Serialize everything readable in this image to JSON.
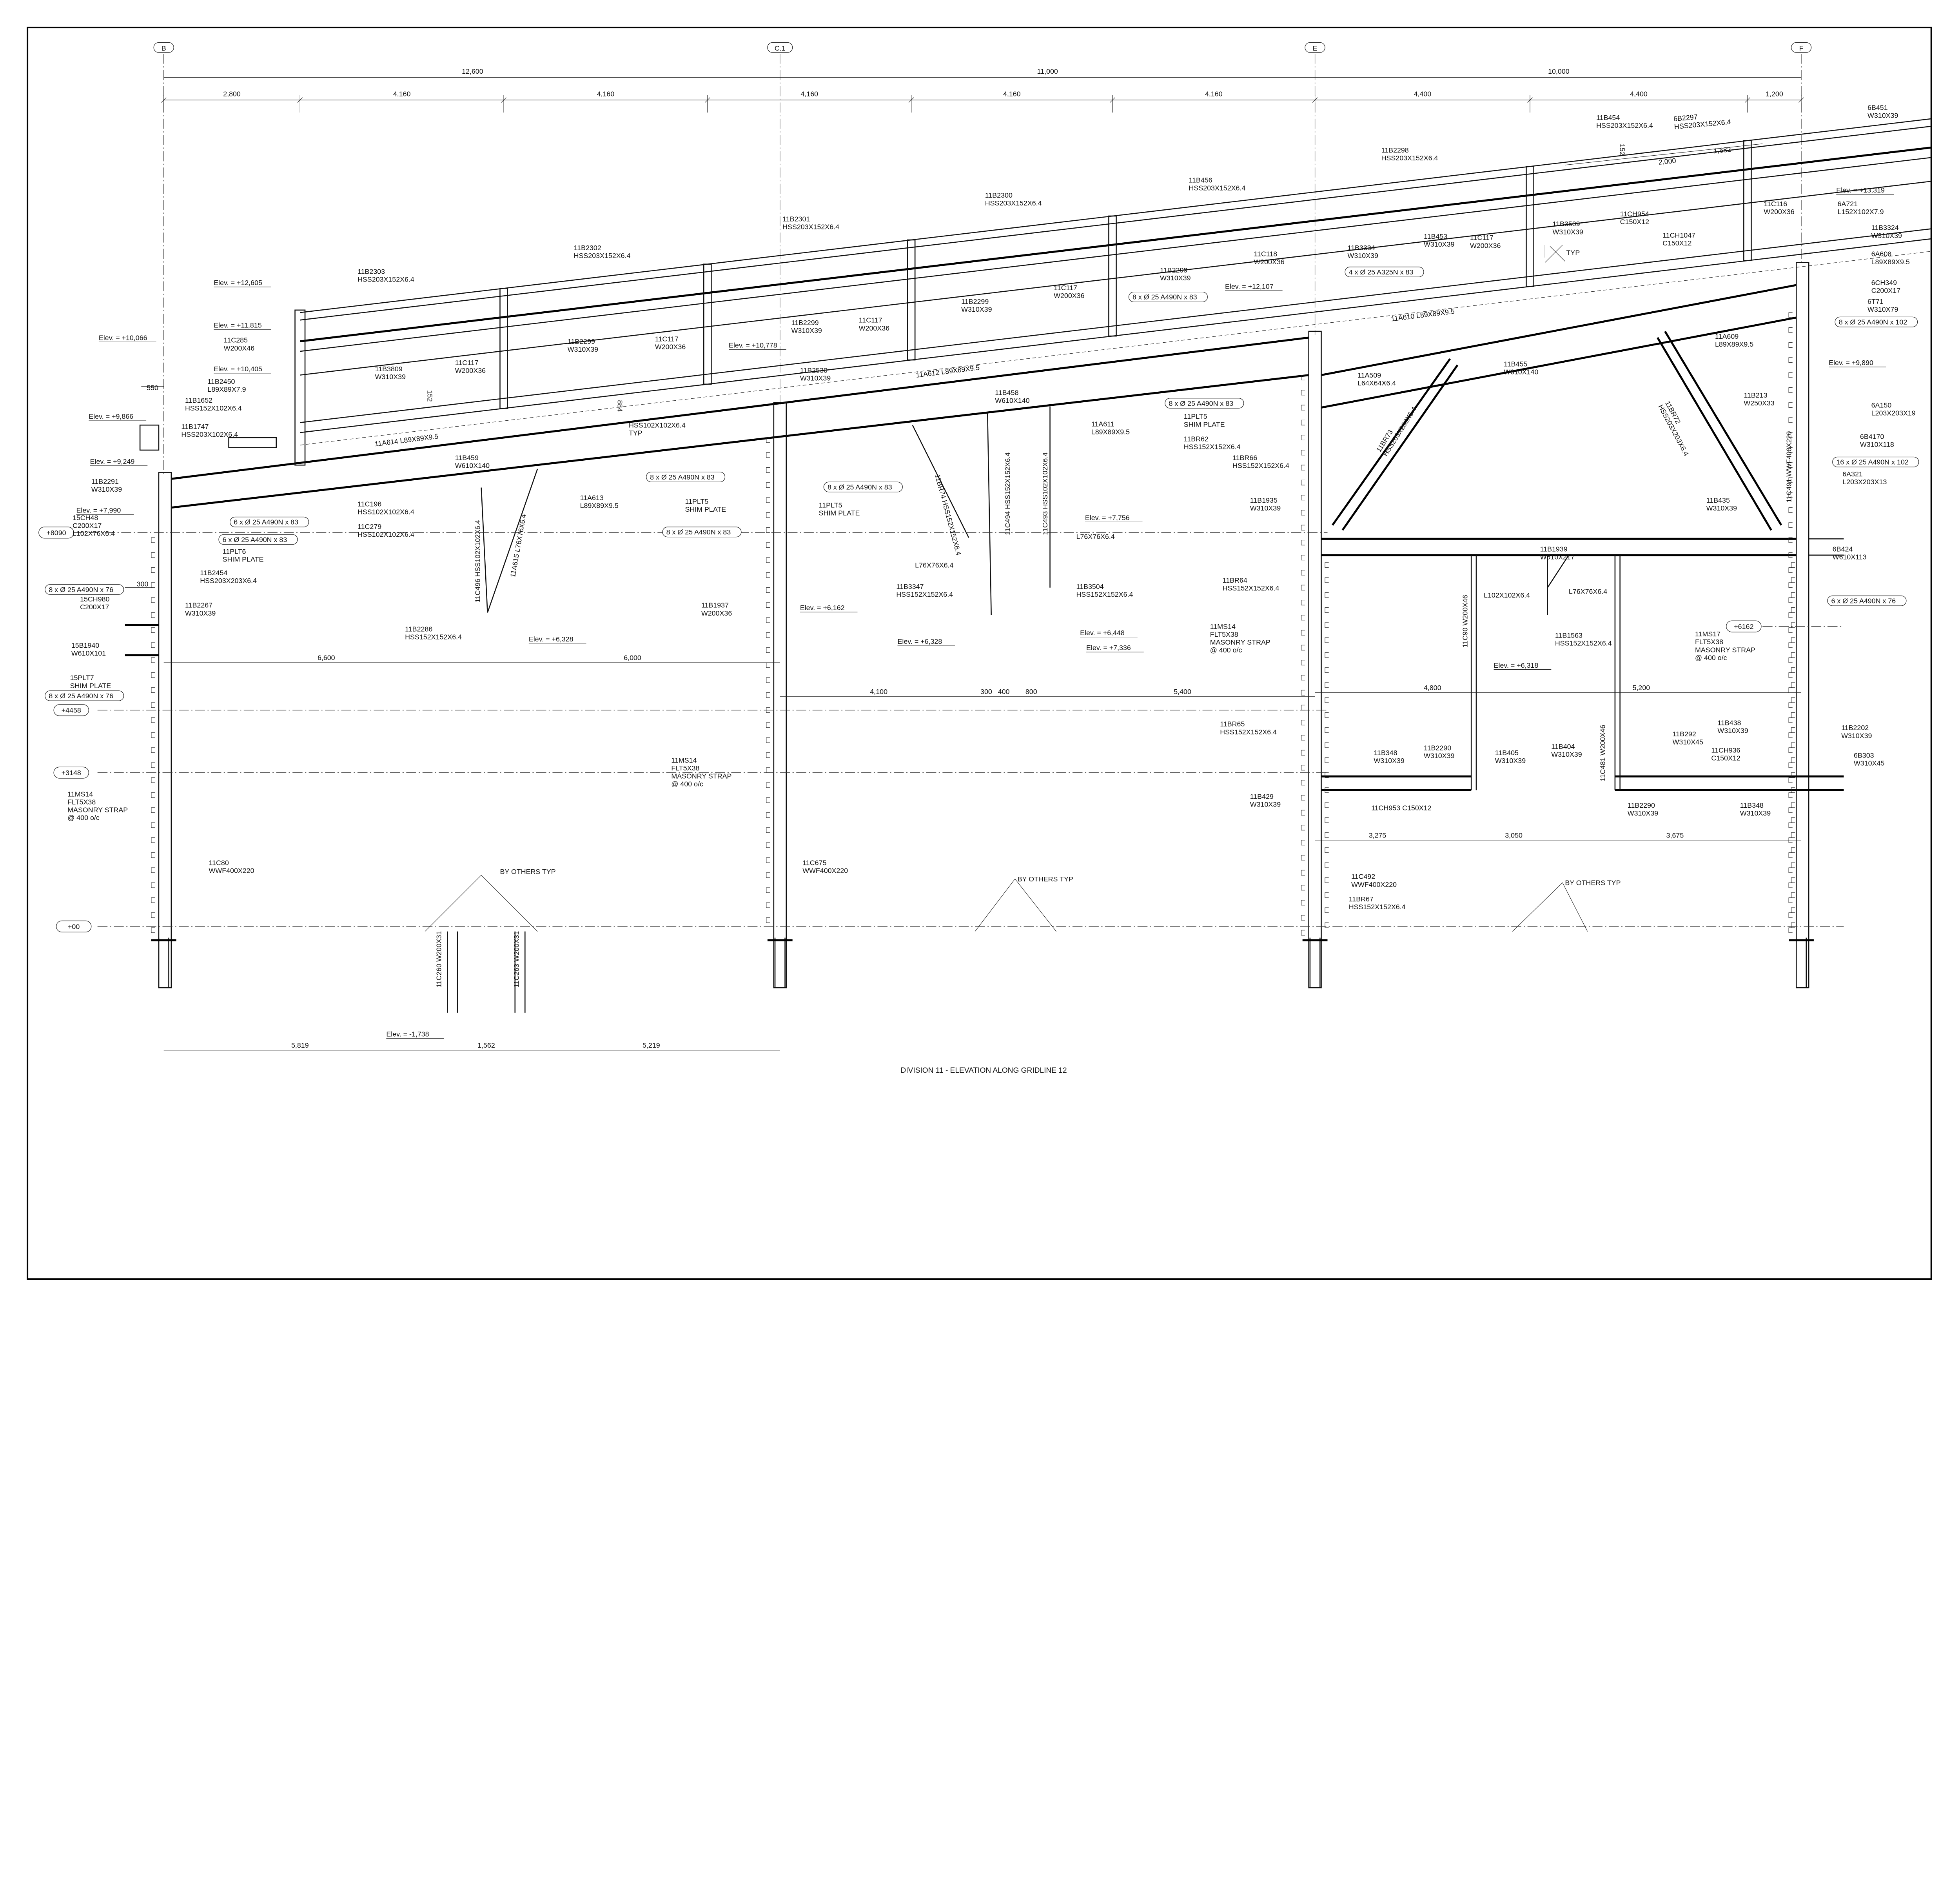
{
  "drawing_title": "DIVISION 11 - ELEVATION ALONG GRIDLINE 12",
  "gridlines": [
    "B",
    "C.1",
    "E",
    "F"
  ],
  "dimensions": {
    "overall": [
      "12,600",
      "11,000",
      "10,000"
    ],
    "bays": [
      "2,800",
      "4,160",
      "4,160",
      "4,160",
      "4,160",
      "4,160",
      "4,400",
      "4,400",
      "1,200"
    ],
    "misc_upper": [
      "2,000",
      "1,682",
      "152",
      "152",
      "550",
      "300"
    ],
    "mid_left": [
      "6,600",
      "6,000"
    ],
    "mid_center": [
      "4,100",
      "300",
      "400",
      "800",
      "5,400"
    ],
    "mid_right": [
      "4,800",
      "5,200"
    ],
    "lower_right": [
      "3,275",
      "3,050",
      "3,675"
    ],
    "bottom": [
      "5,819",
      "1,562",
      "5,219"
    ],
    "cloud_tag": "884"
  },
  "elevations": [
    "Elev. = +12,605",
    "Elev. = +11,815",
    "Elev. = +10,066",
    "Elev. = +10,405",
    "Elev. = +9,866",
    "Elev. = +9,249",
    "Elev. = +7,990",
    "Elev. = +10,778",
    "Elev. = +12,107",
    "Elev. = +13,319",
    "Elev. = +9,890",
    "Elev. = +7,756",
    "Elev. = +6,162",
    "Elev. = +6,328",
    "Elev. = +6,328",
    "Elev. = +6,448",
    "Elev. = +7,336",
    "Elev. = +6,318",
    "Elev. = -1,738"
  ],
  "levels": [
    "+8090",
    "+4458",
    "+3148",
    "+00",
    "+6162"
  ],
  "bolt_callouts": [
    "8 x Ø 25 A490N x 83",
    "8 x Ø 25 A490N x 83",
    "8 x Ø 25 A490N x 83",
    "8 x Ø 25 A490N x 83",
    "8 x Ø 25 A490N x 83",
    "4 x Ø 25 A325N x 83",
    "8 x Ø 25 A490N x 102",
    "16 x Ø 25 A490N x 102",
    "6 x Ø 25 A490N x 76",
    "6 x Ø 25 A490N x 83",
    "6 x Ø 25 A490N x 83",
    "8 x Ø 25 A490N x 76",
    "8 x Ø 25 A490N x 76"
  ],
  "notes": [
    "BY OTHERS TYP",
    "BY OTHERS TYP",
    "BY OTHERS TYP",
    "TYP"
  ],
  "members": [
    {
      "lines": [
        "11B2303",
        "HSS203X152X6.4"
      ]
    },
    {
      "lines": [
        "11B2302",
        "HSS203X152X6.4"
      ]
    },
    {
      "lines": [
        "11B2301",
        "HSS203X152X6.4"
      ]
    },
    {
      "lines": [
        "11B2300",
        "HSS203X152X6.4"
      ]
    },
    {
      "lines": [
        "11B456",
        "HSS203X152X6.4"
      ]
    },
    {
      "lines": [
        "11B2298",
        "HSS203X152X6.4"
      ]
    },
    {
      "lines": [
        "11B454",
        "HSS203X152X6.4"
      ]
    },
    {
      "lines": [
        "6B2297",
        "HSS203X152X6.4"
      ]
    },
    {
      "lines": [
        "6B451",
        "W310X39"
      ]
    },
    {
      "lines": [
        "11C285",
        "W200X46"
      ]
    },
    {
      "lines": [
        "11B3809",
        "W310X39"
      ]
    },
    {
      "lines": [
        "11C117",
        "W200X36"
      ]
    },
    {
      "lines": [
        "11B2299",
        "W310X39"
      ]
    },
    {
      "lines": [
        "11C117",
        "W200X36"
      ]
    },
    {
      "lines": [
        "11B2299",
        "W310X39"
      ]
    },
    {
      "lines": [
        "11C117",
        "W200X36"
      ]
    },
    {
      "lines": [
        "11B2299",
        "W310X39"
      ]
    },
    {
      "lines": [
        "11C117",
        "W200X36"
      ]
    },
    {
      "lines": [
        "11B2299",
        "W310X39"
      ]
    },
    {
      "lines": [
        "11C118",
        "W200X36"
      ]
    },
    {
      "lines": [
        "11B3334",
        "W310X39"
      ]
    },
    {
      "lines": [
        "11B453",
        "W310X39"
      ]
    },
    {
      "lines": [
        "11C117",
        "W200X36"
      ]
    },
    {
      "lines": [
        "11B3509",
        "W310X39"
      ]
    },
    {
      "lines": [
        "11CH954",
        "C150X12"
      ]
    },
    {
      "lines": [
        "11CH1047",
        "C150X12"
      ]
    },
    {
      "lines": [
        "11C116",
        "W200X36"
      ]
    },
    {
      "lines": [
        "6A721",
        "L152X102X7.9"
      ]
    },
    {
      "lines": [
        "11B3324",
        "W310X39"
      ]
    },
    {
      "lines": [
        "6A608",
        "L89X89X9.5"
      ]
    },
    {
      "lines": [
        "6CH349",
        "C200X17"
      ]
    },
    {
      "lines": [
        "6T71",
        "W310X79"
      ]
    },
    {
      "lines": [
        "11A610 L89X89X9.5"
      ]
    },
    {
      "lines": [
        "11A612 L89X89X9.5"
      ]
    },
    {
      "lines": [
        "11A614 L89X89X9.5"
      ]
    },
    {
      "lines": [
        "11A609",
        "L89X89X9.5"
      ]
    },
    {
      "lines": [
        "11A509",
        "L64X64X6.4"
      ]
    },
    {
      "lines": [
        "11B455",
        "W610X140"
      ]
    },
    {
      "lines": [
        "11B2450",
        "L89X89X7.9"
      ]
    },
    {
      "lines": [
        "11B1652",
        "HSS152X102X6.4"
      ]
    },
    {
      "lines": [
        "11B1747",
        "HSS203X102X6.4"
      ]
    },
    {
      "lines": [
        "11B2530",
        "W310X39"
      ]
    },
    {
      "lines": [
        "11B458",
        "W610X140"
      ]
    },
    {
      "lines": [
        "11B459",
        "W610X140"
      ]
    },
    {
      "lines": [
        "HSS102X102X6.4",
        "TYP"
      ]
    },
    {
      "lines": [
        "11A611",
        "L89X89X9.5"
      ]
    },
    {
      "lines": [
        "11PLT5",
        "SHIM PLATE"
      ]
    },
    {
      "lines": [
        "11BR62",
        "HSS152X152X6.4"
      ]
    },
    {
      "lines": [
        "11BR66",
        "HSS152X152X6.4"
      ]
    },
    {
      "lines": [
        "11B1935",
        "W310X39"
      ]
    },
    {
      "lines": [
        "11BR73",
        "HSS203X203X6.4"
      ]
    },
    {
      "lines": [
        "11BR72",
        "HSS203X203X6.4"
      ]
    },
    {
      "lines": [
        "11B213",
        "W250X33"
      ]
    },
    {
      "lines": [
        "6A150",
        "L203X203X19"
      ]
    },
    {
      "lines": [
        "6B4170",
        "W310X118"
      ]
    },
    {
      "lines": [
        "6A321",
        "L203X203X13"
      ]
    },
    {
      "lines": [
        "6B424",
        "W610X113"
      ]
    },
    {
      "lines": [
        "11B435",
        "W310X39"
      ]
    },
    {
      "lines": [
        "11A613",
        "L89X89X9.5"
      ]
    },
    {
      "lines": [
        "11PLT5",
        "SHIM PLATE"
      ]
    },
    {
      "lines": [
        "11PLT5",
        "SHIM PLATE"
      ]
    },
    {
      "lines": [
        "11C196",
        "HSS102X102X6.4"
      ]
    },
    {
      "lines": [
        "11C279",
        "HSS102X102X6.4"
      ]
    },
    {
      "lines": [
        "11PLT6",
        "SHIM PLATE"
      ]
    },
    {
      "lines": [
        "11B2454",
        "HSS203X203X6.4"
      ]
    },
    {
      "lines": [
        "11B2291",
        "W310X39"
      ]
    },
    {
      "lines": [
        "11B2267",
        "W310X39"
      ]
    },
    {
      "lines": [
        "15CH48",
        "C200X17",
        "L102X76X6.4"
      ]
    },
    {
      "lines": [
        "15CH980",
        "C200X17"
      ]
    },
    {
      "lines": [
        "15B1940",
        "W610X101"
      ]
    },
    {
      "lines": [
        "15PLT7",
        "SHIM PLATE"
      ]
    },
    {
      "lines": [
        "11B2286",
        "HSS152X152X6.4"
      ]
    },
    {
      "lines": [
        "11B1937",
        "W200X36"
      ]
    },
    {
      "lines": [
        "11B3347",
        "HSS152X152X6.4"
      ]
    },
    {
      "lines": [
        "11B3504",
        "HSS152X152X6.4"
      ]
    },
    {
      "lines": [
        "L76X76X6.4"
      ]
    },
    {
      "lines": [
        "L76X76X6.4"
      ]
    },
    {
      "lines": [
        "11C496 HSS102X102X6.4"
      ]
    },
    {
      "lines": [
        "11A615 L76X76X6.4"
      ]
    },
    {
      "lines": [
        "11BR74 HSS152X152X6.4"
      ]
    },
    {
      "lines": [
        "11C494 HSS152X152X6.4"
      ]
    },
    {
      "lines": [
        "11C493 HSS102X102X6.4"
      ]
    },
    {
      "lines": [
        "11BR64",
        "HSS152X152X6.4"
      ]
    },
    {
      "lines": [
        "11MS14",
        "FLT5X38",
        "MASONRY STRAP",
        "@ 400 o/c"
      ]
    },
    {
      "lines": [
        "11B1939",
        "W610X217"
      ]
    },
    {
      "lines": [
        "L102X102X6.4"
      ]
    },
    {
      "lines": [
        "L76X76X6.4"
      ]
    },
    {
      "lines": [
        "11C90 W200X46"
      ]
    },
    {
      "lines": [
        "11B1563",
        "HSS152X152X6.4"
      ]
    },
    {
      "lines": [
        "11MS17",
        "FLT5X38",
        "MASONRY STRAP",
        "@ 400 o/c"
      ]
    },
    {
      "lines": [
        "11C481 W200X46"
      ]
    },
    {
      "lines": [
        "11BR65",
        "HSS152X152X6.4"
      ]
    },
    {
      "lines": [
        "11B348",
        "W310X39"
      ]
    },
    {
      "lines": [
        "11B2290",
        "W310X39"
      ]
    },
    {
      "lines": [
        "11B405",
        "W310X39"
      ]
    },
    {
      "lines": [
        "11B404",
        "W310X39"
      ]
    },
    {
      "lines": [
        "11B292",
        "W310X45"
      ]
    },
    {
      "lines": [
        "11B438",
        "W310X39"
      ]
    },
    {
      "lines": [
        "11CH936",
        "C150X12"
      ]
    },
    {
      "lines": [
        "11B2202",
        "W310X39"
      ]
    },
    {
      "lines": [
        "6B303",
        "W310X45"
      ]
    },
    {
      "lines": [
        "11B429",
        "W310X39"
      ]
    },
    {
      "lines": [
        "11CH953 C150X12"
      ]
    },
    {
      "lines": [
        "11B2290",
        "W310X39"
      ]
    },
    {
      "lines": [
        "11B348",
        "W310X39"
      ]
    },
    {
      "lines": [
        "11C492",
        "WWF400X220"
      ]
    },
    {
      "lines": [
        "11BR67",
        "HSS152X152X6.4"
      ]
    },
    {
      "lines": [
        "11MS14",
        "FLT5X38",
        "MASONRY STRAP",
        "@ 400 o/c"
      ]
    },
    {
      "lines": [
        "11MS14",
        "FLT5X38",
        "MASONRY STRAP",
        "@ 400 o/c"
      ]
    },
    {
      "lines": [
        "11C80",
        "WWF400X220"
      ]
    },
    {
      "lines": [
        "11C675",
        "WWF400X220"
      ]
    },
    {
      "lines": [
        "11C491 WWF400X220"
      ]
    },
    {
      "lines": [
        "11C260 W200X31"
      ]
    },
    {
      "lines": [
        "11C263 W200X31"
      ]
    }
  ]
}
